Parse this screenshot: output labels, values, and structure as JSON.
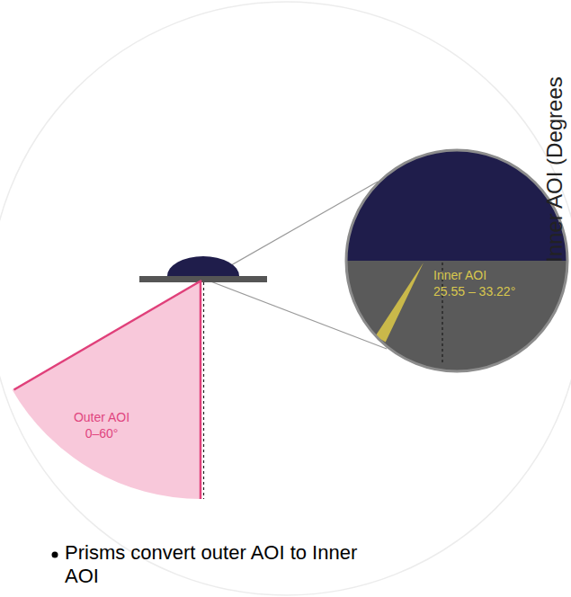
{
  "diagram": {
    "nodes": [
      {
        "text": [
          "Outer AOI",
          "0–60°"
        ]
      },
      {
        "text": [
          "Inner AOI",
          "25.55 – 33.22°"
        ]
      }
    ],
    "labels": [
      "Inner AOI (Degrees",
      "Prisms convert outer AOI to Inner AOI"
    ]
  }
}
